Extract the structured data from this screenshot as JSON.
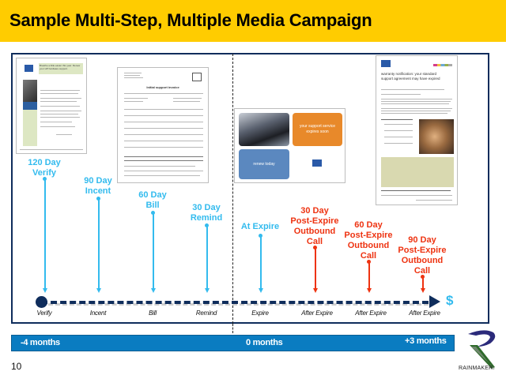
{
  "header": {
    "title": "Sample Multi-Step, Multiple Media Campaign"
  },
  "thumbnails": {
    "letter_1": {
      "headline": "Breathe a little easier this year. Renew your HP hardware support.",
      "brand": "hp"
    },
    "invoice": {
      "heading": "Initial support invoice",
      "brand": "hp"
    },
    "postcard": {
      "orange_panel": "your support service expires soon",
      "blue_panel": "renew today",
      "brand": "hp"
    },
    "letter_2": {
      "headline": "warranty notification: your standard support agreement may have expired",
      "brand": "hp"
    }
  },
  "steps_pre_expire": [
    {
      "label_line1": "120 Day",
      "label_line2": "Verify",
      "axis_label": "Verify"
    },
    {
      "label_line1": "90 Day",
      "label_line2": "Incent",
      "axis_label": "Incent"
    },
    {
      "label_line1": "60 Day",
      "label_line2": "Bill",
      "axis_label": "Bill"
    },
    {
      "label_line1": "30 Day",
      "label_line2": "Remind",
      "axis_label": "Remind"
    },
    {
      "label_line1": "At Expire",
      "label_line2": "",
      "axis_label": "Expire"
    }
  ],
  "steps_post_expire": [
    {
      "label_line1": "30 Day",
      "label_line2": "Post-Expire",
      "label_line3": "Outbound",
      "label_line4": "Call",
      "axis_label": "After Expire"
    },
    {
      "label_line1": "60 Day",
      "label_line2": "Post-Expire",
      "label_line3": "Outbound",
      "label_line4": "Call",
      "axis_label": "After Expire"
    },
    {
      "label_line1": "90 Day",
      "label_line2": "Post-Expire",
      "label_line3": "Outbound",
      "label_line4": "Call",
      "axis_label": "After Expire"
    }
  ],
  "axis_end_symbol": "$",
  "month_bar": {
    "left": "-4 months",
    "center": "0 months",
    "right": "+3 months"
  },
  "footer": {
    "page_number": "10",
    "logo_text": "RAINMAKER."
  },
  "colors": {
    "title_bg": "#ffcc00",
    "pre_expire": "#33bbee",
    "post_expire": "#ee3311",
    "axis": "#0f2d5c",
    "month_bar": "#0a7cc1"
  }
}
